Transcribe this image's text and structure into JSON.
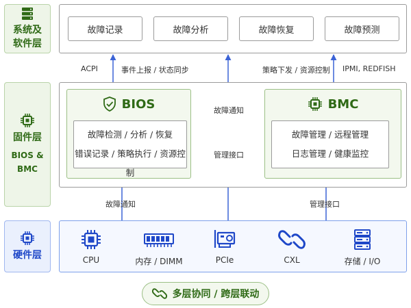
{
  "layers": {
    "system": [
      "系统及",
      "软件层"
    ],
    "firmware": [
      "固件层",
      "BIOS &",
      "BMC"
    ],
    "hardware": "硬件层"
  },
  "system_boxes": [
    "故障记录",
    "故障分析",
    "故障恢复",
    "故障预测"
  ],
  "links": {
    "acpi": "ACPI",
    "event_report": "事件上报 / 状态同步",
    "policy": "策略下发 / 资源控制",
    "ipmi": "IPMI, REDFISH",
    "fault_notify_center": "故障通知",
    "mgmt_interface_center": "管理接口",
    "fault_notify_bottom": "故障通知",
    "mgmt_interface_bottom": "管理接口"
  },
  "bios": {
    "title": "BIOS",
    "lines": [
      "故障检测 / 分析 / 恢复",
      "错误记录 / 策略执行 / 资源控制"
    ]
  },
  "bmc": {
    "title": "BMC",
    "lines": [
      "故障管理 / 远程管理",
      "日志管理 / 健康监控"
    ]
  },
  "hardware_items": [
    {
      "label": "CPU",
      "icon": "cpu-icon"
    },
    {
      "label": "内存 / DIMM",
      "icon": "memory-icon"
    },
    {
      "label": "PCIe",
      "icon": "pcie-card-icon"
    },
    {
      "label": "CXL",
      "icon": "link-icon"
    },
    {
      "label": "存储 / I/O",
      "icon": "storage-icon"
    }
  ],
  "banner": "多层协同 / 跨层联动",
  "colors": {
    "green": "#2f6a16",
    "blue": "#1e47c8",
    "gray_border": "#9a9a9a"
  }
}
